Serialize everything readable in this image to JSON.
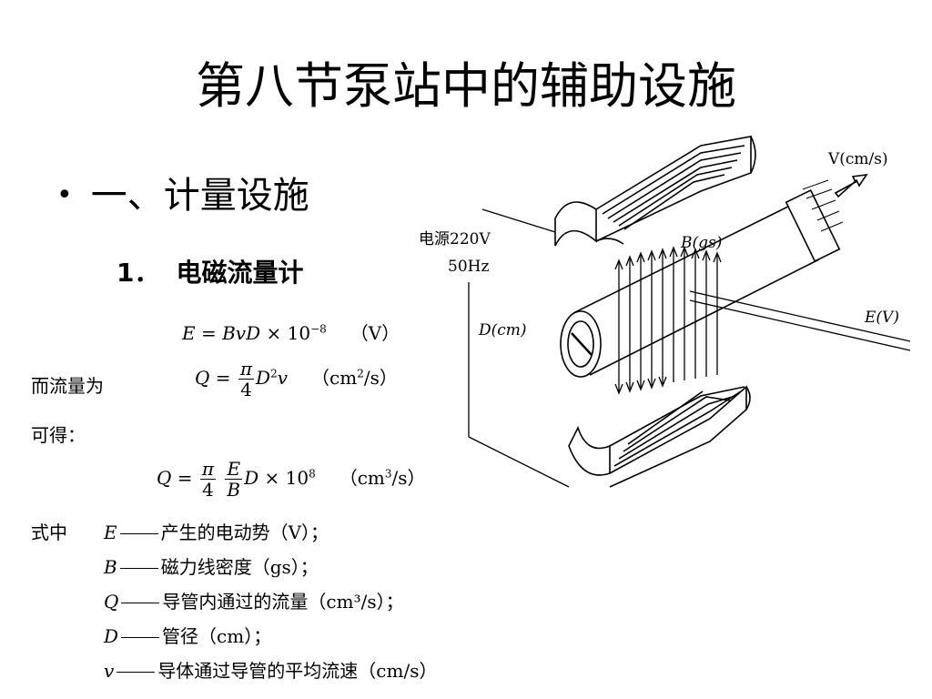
{
  "title": "第八节泵站中的辅助设施",
  "bullet": {
    "marker": "•",
    "text": "一、计量设施"
  },
  "subheading": {
    "number": "1．",
    "text": "电磁流量计"
  },
  "eq1": {
    "lhs": "E",
    "rhs_a": "BvD",
    "times": "×",
    "base": "10",
    "exp": "−8",
    "unit": "（V）"
  },
  "flow_label": "而流量为",
  "eq2": {
    "lhs": "Q",
    "num": "π",
    "den": "4",
    "d": "D",
    "dexp": "2",
    "v": "v",
    "unit_a": "（cm",
    "unit_exp": "2",
    "unit_b": "/s）"
  },
  "thus_label": "可得：",
  "eq3": {
    "lhs": "Q",
    "num1": "π",
    "den1": "4",
    "num2": "E",
    "den2": "B",
    "d": "D",
    "times": "×",
    "base": "10",
    "exp": "8",
    "unit_a": "（cm",
    "unit_exp": "3",
    "unit_b": "/s）"
  },
  "defs_lead": "式中",
  "definitions": [
    {
      "sym": "E",
      "desc": "产生的电动势（V）；"
    },
    {
      "sym": "B",
      "desc": "磁力线密度（gs）；"
    },
    {
      "sym": "Q",
      "desc": "导管内通过的流量（cm³/s）；"
    },
    {
      "sym": "D",
      "desc": "管径（cm）；"
    },
    {
      "sym": "v",
      "desc": "导体通过导管的平均流速（cm/s）"
    }
  ],
  "diagram": {
    "velocity_label": "V(cm/s)",
    "power_label": "电源220V",
    "freq_label": "50Hz",
    "field_label": "B(gs)",
    "diameter_label": "D(cm)",
    "emf_label": "E(V)"
  }
}
